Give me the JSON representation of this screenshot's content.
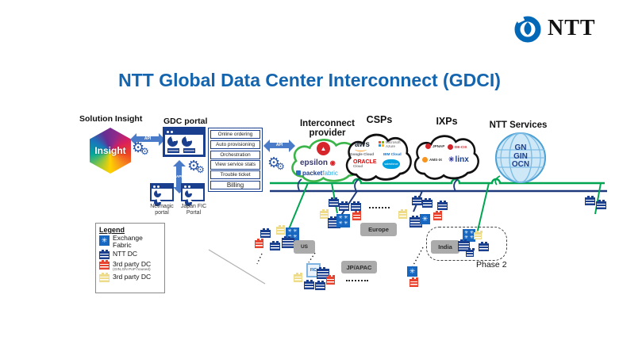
{
  "colors": {
    "title_blue": "#1464ae",
    "ntt_logo_blue": "#0068b7",
    "line_green": "#00a551",
    "line_navy": "#1e3a7c",
    "arrow_blue": "#4a7bc9",
    "ntt_dc_navy": "#1b3f8f",
    "third_party_red": "#e8432e",
    "third_party_yellow": "#eedc8a",
    "exchange_fabric_blue": "#1767c0",
    "cloud_green": "#3bb54a",
    "region_gray": "#ababab"
  },
  "icons": {
    "gear": "⚙",
    "exchange_fabric": "✳",
    "megaport": "▲"
  },
  "header": {
    "title": "NTT Global Data Center Interconnect (GDCI)",
    "logo_text": "NTT"
  },
  "portals": {
    "solution_insight_label": "Solution Insight",
    "insight_logo_text": "Insight",
    "gdc_portal_label": "GDC portal",
    "api_arrow_label": "API",
    "netmagic_line1": "Netmagic",
    "netmagic_line2": "portal",
    "japanfic_line1": "Japan FIC",
    "japanfic_line2": "Portal"
  },
  "features": {
    "items": [
      "Online ordering",
      "Auto provisioning",
      "Orchestration",
      "View service stats",
      "Trouble ticket",
      "Billing"
    ]
  },
  "clouds": {
    "interconnect": {
      "title_line1": "Interconnect",
      "title_line2": "provider",
      "epsilon_label": "epsilon",
      "epsilon_mark": "◉",
      "packet_label": "packet",
      "fabric_label": "fabric"
    },
    "csps": {
      "title": "CSPs",
      "aws": "aws",
      "azure": "Microsoft Azure",
      "google": "Google Cloud",
      "ibm": "IBM Cloud",
      "oracle": "ORACLE",
      "oracle_sub": "Cloud",
      "salesforce": "salesforce"
    },
    "ixps": {
      "title": "IXPs",
      "jpnap": "JPNAP",
      "decix": "DE-CIX",
      "amsix": "AMS-IX",
      "linx": "linx",
      "linx_star": "✳"
    },
    "ntt_services": {
      "title": "NTT Services",
      "services": [
        "GN",
        "GIN",
        "OCN"
      ]
    }
  },
  "legend": {
    "title": "Legend",
    "items": [
      {
        "icon": "exchange-fabric-icon",
        "label": "Exchange Fabric"
      },
      {
        "icon": "ntt-dc-icon",
        "label": "NTT DC"
      },
      {
        "icon": "third-party-dc-red-icon",
        "label": "3rd party DC",
        "note": "(GIN,GN PoP housed)"
      },
      {
        "icon": "third-party-dc-yellow-icon",
        "label": "3rd party DC"
      }
    ]
  },
  "map": {
    "regions": {
      "us": "US",
      "europe": "Europe",
      "india": "India",
      "jp_apac": "JP/APAC"
    },
    "phase2_label": "Phase 2",
    "fic_label": "FIC"
  }
}
